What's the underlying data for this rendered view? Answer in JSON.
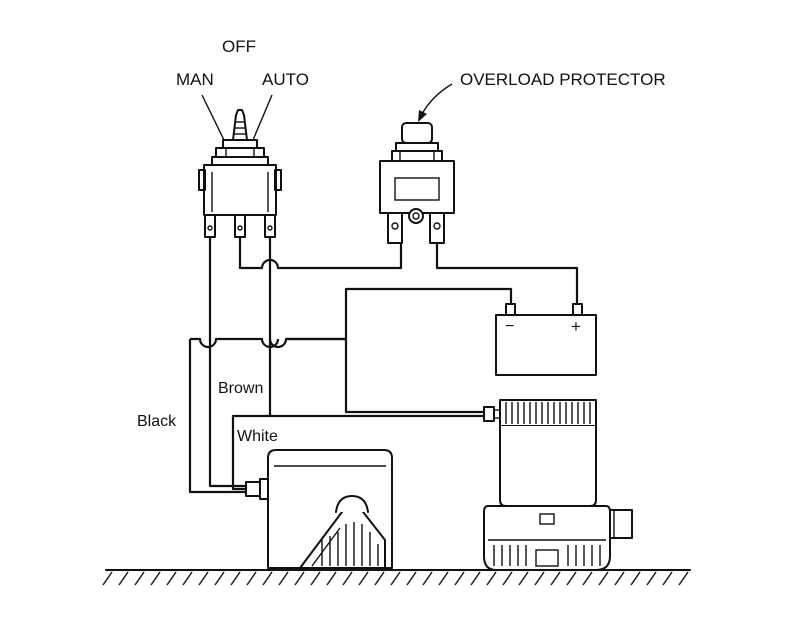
{
  "switch": {
    "label_off": "OFF",
    "label_man": "MAN",
    "label_auto": "AUTO"
  },
  "breaker": {
    "label": "OVERLOAD PROTECTOR"
  },
  "battery": {
    "minus": "−",
    "plus": "+"
  },
  "wires": {
    "brown": "Brown",
    "black": "Black",
    "white": "White"
  }
}
